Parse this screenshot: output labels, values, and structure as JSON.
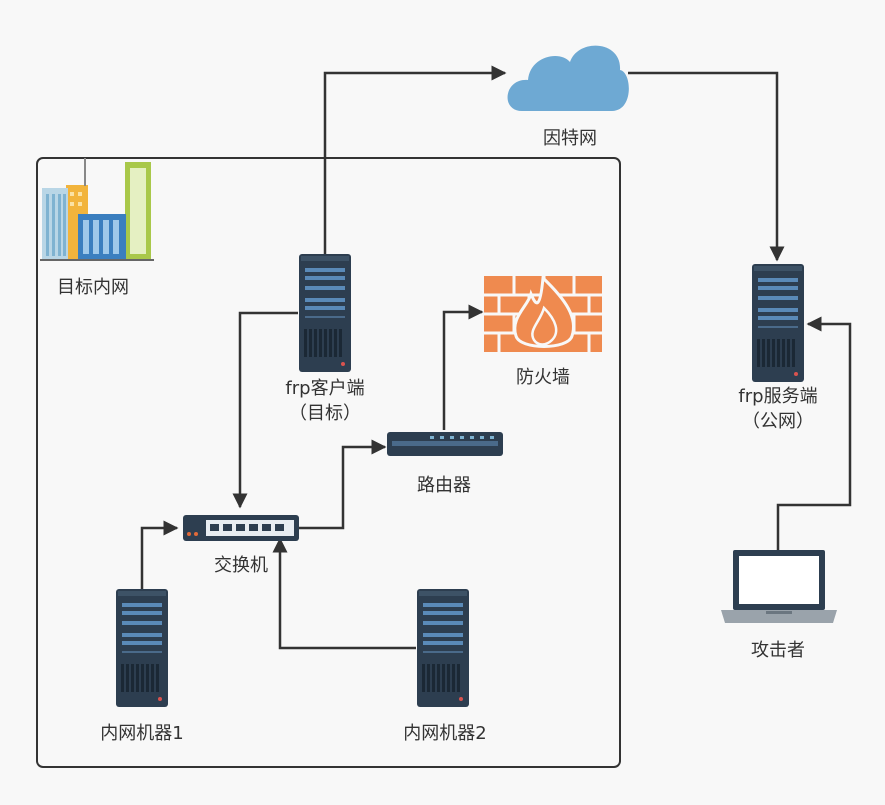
{
  "nodes": {
    "internet": "因特网",
    "target_network": "目标内网",
    "frp_client": {
      "line1": "frp客户端",
      "line2": "（目标）"
    },
    "firewall": "防火墙",
    "router": "路由器",
    "switch": "交换机",
    "frp_server": {
      "line1": "frp服务端",
      "line2": "（公网）"
    },
    "attacker": "攻击者",
    "internal_machine_1": "内网机器1",
    "internal_machine_2": "内网机器2"
  },
  "icons": [
    "cloud-icon",
    "buildings-icon",
    "server-icon",
    "firewall-icon",
    "router-icon",
    "switch-icon",
    "laptop-icon"
  ],
  "colors": {
    "arrow": "#333333",
    "cloud": "#6ea9d3",
    "firewall": "#ef8a4f",
    "server": "#2c3e50",
    "frame": "#333333"
  }
}
